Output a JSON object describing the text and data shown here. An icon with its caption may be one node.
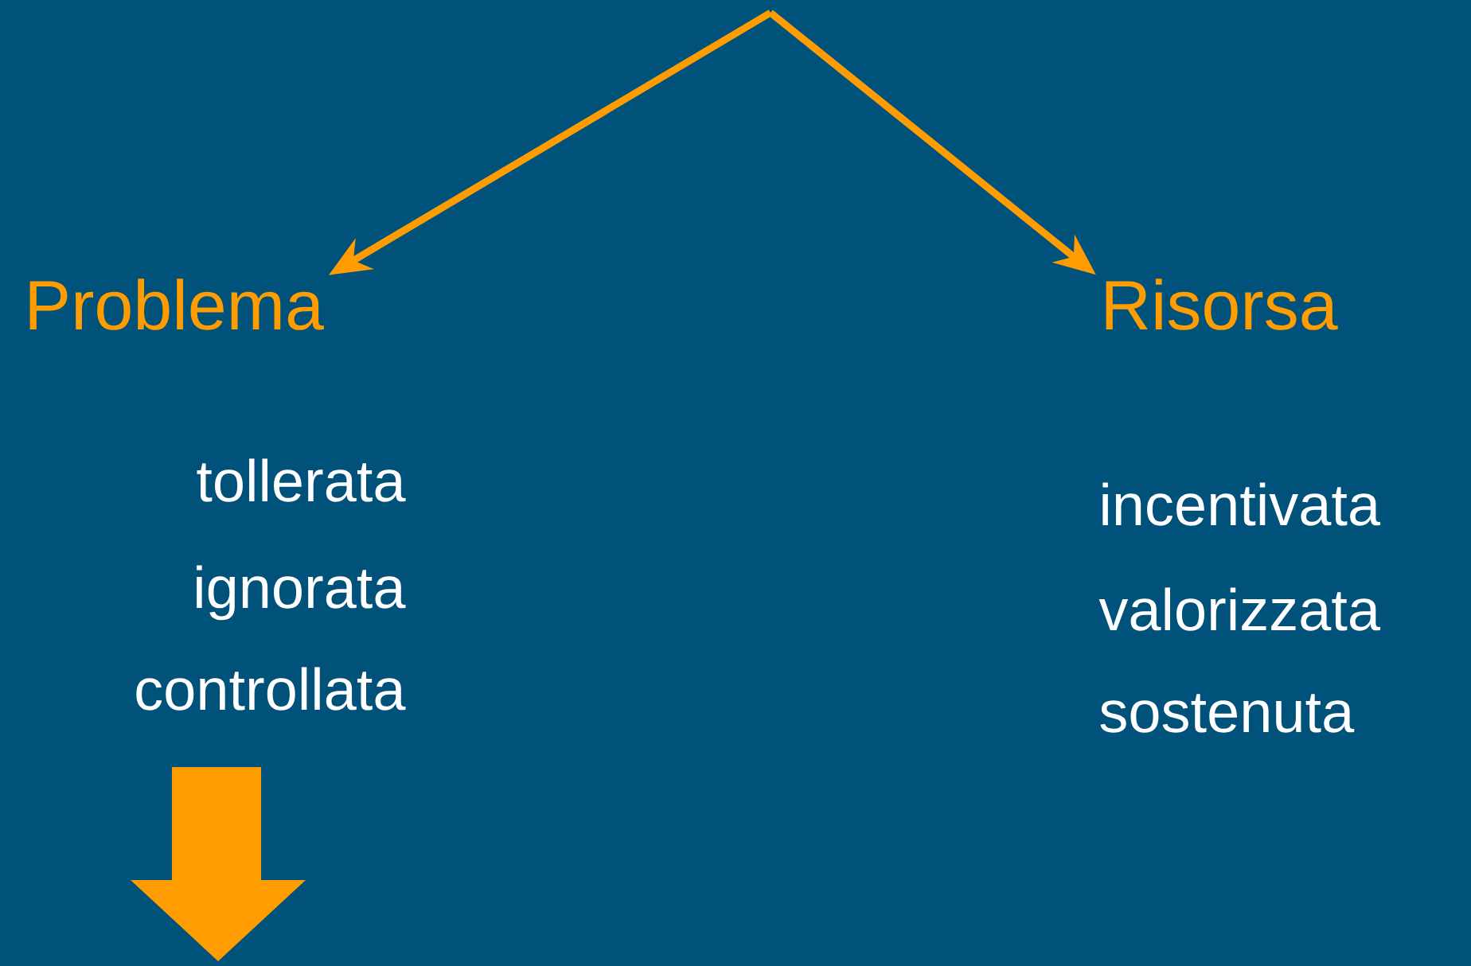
{
  "diagram": {
    "nodes": [
      {
        "text": [
          "Problema"
        ]
      },
      {
        "text": [
          "Risorsa"
        ]
      }
    ],
    "edges": [
      {
        "from": null,
        "to": 0,
        "arrow": "to"
      },
      {
        "from": null,
        "to": 1,
        "arrow": "to"
      }
    ],
    "labels": [
      "tollerata",
      "ignorata",
      "controllata",
      "incentivata",
      "valorizzata",
      "sostenuta"
    ]
  }
}
